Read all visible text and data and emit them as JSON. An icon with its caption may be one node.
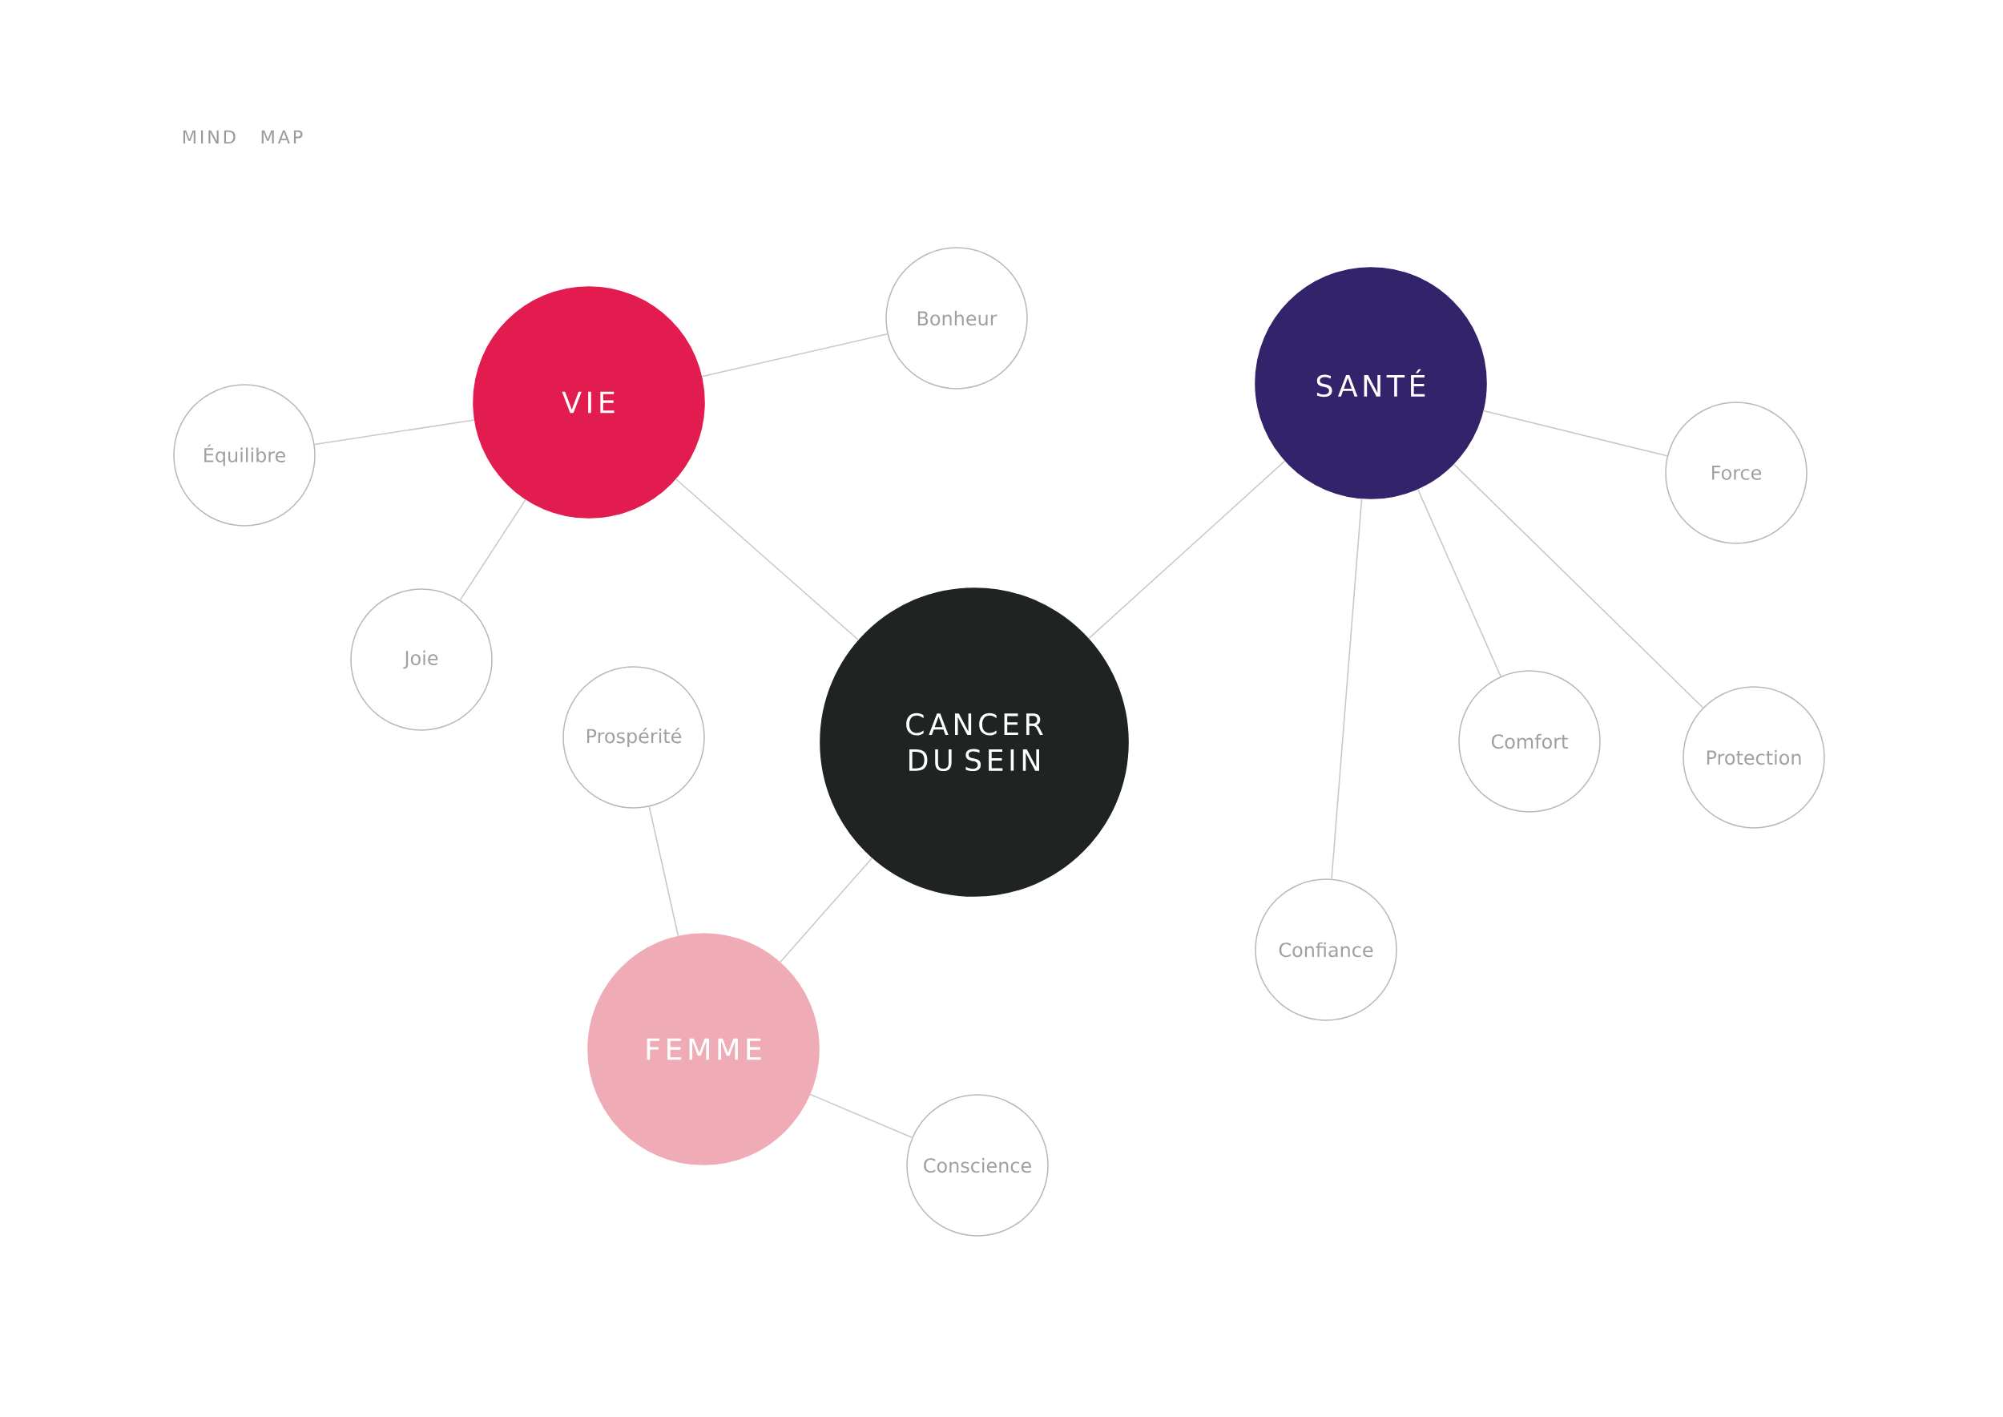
{
  "diagram": {
    "title": "MIND MAP",
    "nodes": [
      {
        "text": [
          "CANCER DU SEIN"
        ]
      },
      {
        "text": [
          "VIE"
        ]
      },
      {
        "text": [
          "SANTÉ"
        ]
      },
      {
        "text": [
          "FEMME"
        ]
      },
      {
        "text": [
          "Bonheur"
        ]
      },
      {
        "text": [
          "Équilibre"
        ]
      },
      {
        "text": [
          "Joie"
        ]
      },
      {
        "text": [
          "Force"
        ]
      },
      {
        "text": [
          "Comfort"
        ]
      },
      {
        "text": [
          "Protection"
        ]
      },
      {
        "text": [
          "Confiance"
        ]
      },
      {
        "text": [
          "Prospérité"
        ]
      },
      {
        "text": [
          "Conscience"
        ]
      }
    ],
    "edges": [
      {
        "from": 0,
        "to": 1,
        "arrow": "none"
      },
      {
        "from": 0,
        "to": 2,
        "arrow": "none"
      },
      {
        "from": 0,
        "to": 3,
        "arrow": "none"
      },
      {
        "from": 1,
        "to": 4,
        "arrow": "none"
      },
      {
        "from": 1,
        "to": 5,
        "arrow": "none"
      },
      {
        "from": 1,
        "to": 6,
        "arrow": "none"
      },
      {
        "from": 2,
        "to": 7,
        "arrow": "none"
      },
      {
        "from": 2,
        "to": 8,
        "arrow": "none"
      },
      {
        "from": 2,
        "to": 9,
        "arrow": "none"
      },
      {
        "from": 2,
        "to": 10,
        "arrow": "none"
      },
      {
        "from": 3,
        "to": 11,
        "arrow": "none"
      },
      {
        "from": 3,
        "to": 12,
        "arrow": "none"
      }
    ]
  }
}
